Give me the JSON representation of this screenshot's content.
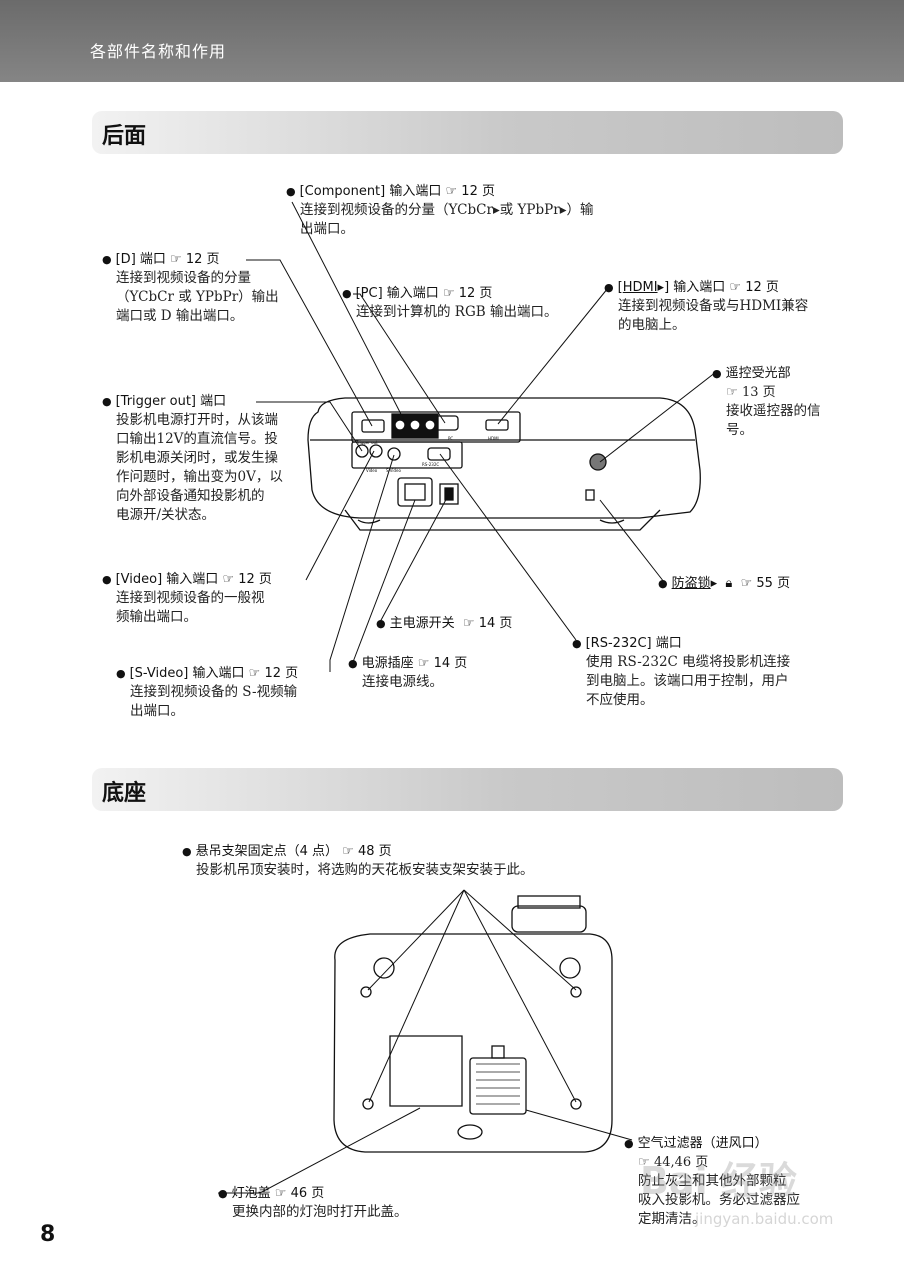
{
  "header": {
    "breadcrumb": "各部件名称和作用"
  },
  "sections": {
    "rear_title": "后面",
    "base_title": "底座"
  },
  "page_icon": "book-page-reference-icon",
  "rear": {
    "component": {
      "head": "[Component] 输入端口",
      "page": "12 页",
      "desc": [
        "连接到视频设备的分量（YCbCr",
        "或 YPbPr",
        "）输",
        "出端口。"
      ]
    },
    "d_port": {
      "head": "[D] 端口",
      "page": "12 页",
      "desc": [
        "连接到视频设备的分量",
        "（YCbCr 或 YPbPr）输出",
        "端口或 D 输出端口。"
      ]
    },
    "pc": {
      "head": "[PC] 输入端口",
      "page": "12 页",
      "desc": [
        "连接到计算机的 RGB 输出端口。"
      ]
    },
    "hdmi": {
      "head_pre": "[",
      "head_link": "HDMI",
      "head_post": "] 输入端口",
      "page": "12 页",
      "desc": [
        "连接到视频设备或与HDMI兼容",
        "的电脑上。"
      ]
    },
    "remote": {
      "head": "遥控受光部",
      "page": "13 页",
      "desc": [
        "接收遥控器的信",
        "号。"
      ]
    },
    "trigger": {
      "head": "[Trigger out] 端口",
      "desc": [
        "投影机电源打开时，从该端",
        "口输出12V的直流信号。投",
        "影机电源关闭时，或发生操",
        "作问题时，输出变为0V，以",
        "向外部设备通知投影机的",
        "电源开/关状态。"
      ]
    },
    "video": {
      "head": "[Video] 输入端口",
      "page": "12 页",
      "desc": [
        "连接到视频设备的一般视",
        "频输出端口。"
      ]
    },
    "lock": {
      "head": "防盗锁",
      "page": "55 页"
    },
    "power_switch": {
      "head": "主电源开关",
      "page": "14 页"
    },
    "rs232c": {
      "head": "[RS-232C] 端口",
      "desc": [
        "使用 RS-232C 电缆将投影机连接",
        "到电脑上。该端口用于控制，用户",
        "不应使用。"
      ]
    },
    "power_inlet": {
      "head": "电源插座",
      "page": "14 页",
      "desc": [
        "连接电源线。"
      ]
    },
    "svideo": {
      "head": "[S-Video] 输入端口",
      "page": "12 页",
      "desc": [
        "连接到视频设备的 S-视频输",
        "出端口。"
      ]
    },
    "panel_labels": [
      "HDMI",
      "PC",
      "RS-232C",
      "Trigger out",
      "S-Video",
      "Video"
    ]
  },
  "base": {
    "mount": {
      "head": "悬吊支架固定点（4 点）",
      "page": "48 页",
      "desc": [
        "投影机吊顶安装时，将选购的天花板安装支架安装于此。"
      ]
    },
    "filter": {
      "head": "空气过滤器（进风口）",
      "page": "44,46 页",
      "desc": [
        "防止灰尘和其他外部颗粒",
        "吸入投影机。务必过滤器应",
        "定期清洁。"
      ]
    },
    "lamp": {
      "head": "灯泡盖",
      "page": "46 页",
      "desc": [
        "更换内部的灯泡时打开此盖。"
      ]
    }
  },
  "page_number": "8",
  "watermark": {
    "logo": "Bai 经验",
    "url": "jingyan.baidu.com"
  }
}
